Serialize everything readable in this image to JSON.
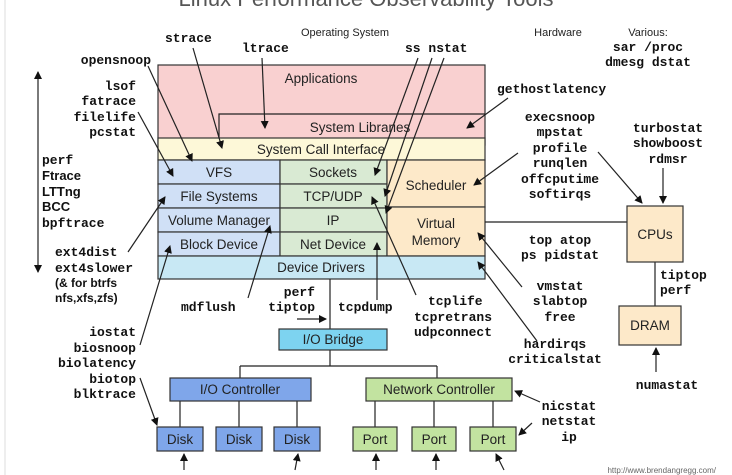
{
  "title": "Linux Performance Observability Tools",
  "headers": {
    "os": "Operating System",
    "hardware": "Hardware",
    "various": "Various:"
  },
  "various_tools": [
    "sar /proc",
    "dmesg dstat"
  ],
  "stack": {
    "applications": "Applications",
    "system_libraries": "System Libraries",
    "system_call_interface": "System Call Interface",
    "vfs": "VFS",
    "file_systems": "File Systems",
    "volume_manager": "Volume Manager",
    "block_device": "Block Device",
    "sockets": "Sockets",
    "tcp_udp": "TCP/UDP",
    "ip": "IP",
    "net_device": "Net Device",
    "scheduler": "Scheduler",
    "virtual_memory": [
      "Virtual",
      "Memory"
    ],
    "device_drivers": "Device Drivers"
  },
  "hardware": {
    "io_bridge": "I/O Bridge",
    "io_controller": "I/O Controller",
    "network_controller": "Network Controller",
    "disks": [
      "Disk",
      "Disk",
      "Disk"
    ],
    "ports": [
      "Port",
      "Port",
      "Port"
    ],
    "cpus": "CPUs",
    "dram": "DRAM"
  },
  "tools": {
    "strace": "strace",
    "ltrace": "ltrace",
    "ss_nstat": "ss nstat",
    "opensnoop": "opensnoop",
    "file_tools": [
      "lsof",
      "fatrace",
      "filelife",
      "pcstat"
    ],
    "tracers": [
      "perf",
      "Ftrace",
      "LTTng",
      "BCC",
      "bpftrace"
    ],
    "fs_tools": [
      "ext4dist",
      "ext4slower",
      "(& for btrfs",
      "nfs,xfs,zfs)"
    ],
    "block_tools": [
      "iostat",
      "biosnoop",
      "biolatency",
      "biotop",
      "blktrace"
    ],
    "mdflush": "mdflush",
    "bridge_tools": [
      "perf",
      "tiptop"
    ],
    "tcpdump": "tcpdump",
    "tcp_tools": [
      "tcplife",
      "tcpretrans",
      "udpconnect"
    ],
    "gethostlatency": "gethostlatency",
    "cpu_tools": [
      "execsnoop",
      "mpstat",
      "profile",
      "runqlen",
      "offcputime",
      "softirqs"
    ],
    "msr_tools": [
      "turbostat",
      "showboost",
      "rdmsr"
    ],
    "proc_tools": [
      "top atop",
      "ps pidstat"
    ],
    "mem_tools": [
      "vmstat",
      "slabtop",
      "free"
    ],
    "irq_tools": [
      "hardirqs",
      "criticalstat"
    ],
    "bus_tools": [
      "tiptop",
      "perf"
    ],
    "numastat": "numastat",
    "net_tools": [
      "nicstat",
      "netstat",
      "ip"
    ]
  },
  "watermark": "http://www.brendangregg.com/",
  "colors": {
    "applications": "#f9d0d0",
    "syscall": "#fdf8d8",
    "storage": "#d0e0f6",
    "network": "#d9ead3",
    "cpu_mem": "#fde9c9",
    "drivers": "#c8e8f4",
    "io_bridge": "#7dd3f0",
    "io_controller": "#7fa6ea",
    "net_controller": "#c2e3a0"
  }
}
